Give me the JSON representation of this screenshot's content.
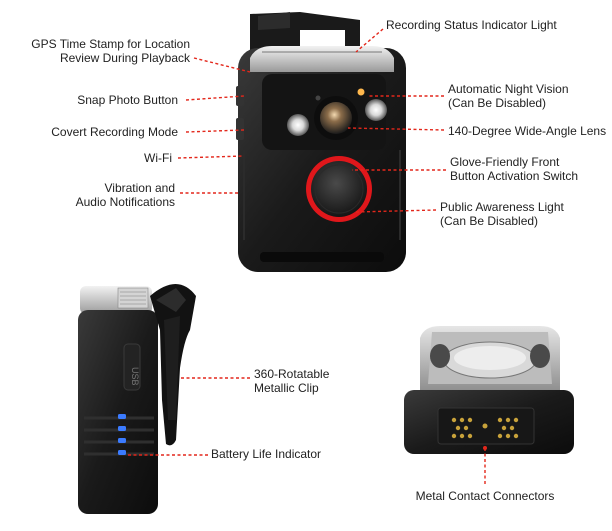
{
  "colors": {
    "leader": "#e3271b",
    "ring": "#e0171b",
    "body": "#1c1c1c",
    "led": "#3b7bff"
  },
  "callouts": {
    "recording_status": [
      "Recording Status Indicator Light"
    ],
    "gps": [
      "GPS Time Stamp for Location",
      "Review During Playback"
    ],
    "snap_photo": [
      "Snap Photo Button"
    ],
    "covert": [
      "Covert Recording Mode"
    ],
    "wifi": [
      "Wi-Fi"
    ],
    "vibration": [
      "Vibration and",
      "Audio Notifications"
    ],
    "night_vision": [
      "Automatic Night Vision",
      "(Can Be Disabled)"
    ],
    "wide_angle": [
      "140-Degree Wide-Angle Lens"
    ],
    "glove_button": [
      "Glove-Friendly Front",
      "Button Activation Switch"
    ],
    "public_awareness": [
      "Public Awareness Light",
      "(Can Be Disabled)"
    ],
    "clip": [
      "360-Rotatable",
      "Metallic Clip"
    ],
    "battery": [
      "Battery Life Indicator"
    ],
    "connectors": [
      "Metal Contact Connectors"
    ]
  },
  "device": {
    "side_text": "USB"
  }
}
